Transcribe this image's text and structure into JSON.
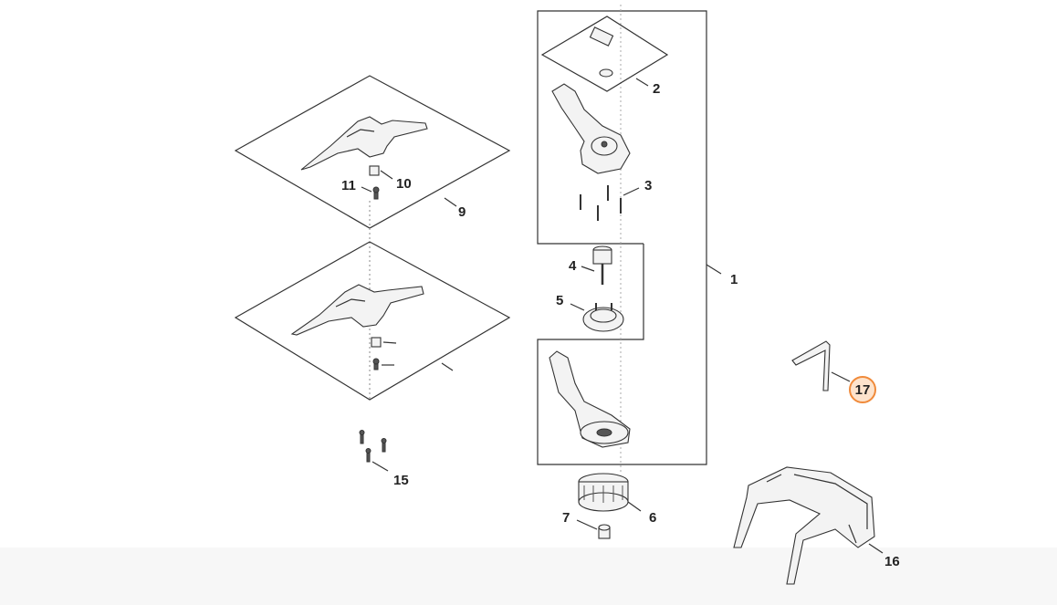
{
  "callouts": {
    "c1": "1",
    "c2": "2",
    "c3": "3",
    "c4": "4",
    "c5": "5",
    "c6": "6",
    "c7": "7",
    "c9": "9",
    "c10": "10",
    "c11": "11",
    "c15": "15",
    "c16": "16",
    "c17": "17"
  },
  "highlight": {
    "callout": "17",
    "color": "#f08a3a",
    "fill": "#fde3cc"
  }
}
